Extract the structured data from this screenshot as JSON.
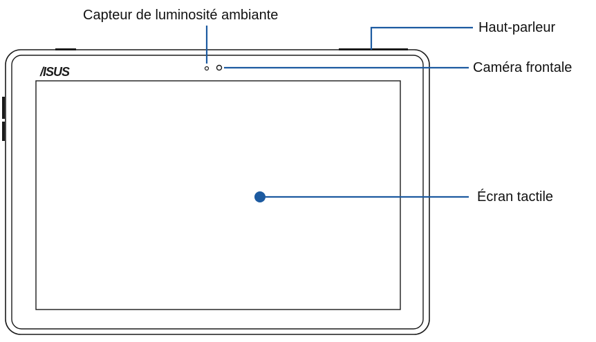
{
  "device": {
    "brand_logo": "/ISUS"
  },
  "callouts": [
    {
      "id": "light-sensor",
      "label": "Capteur de luminosité ambiante"
    },
    {
      "id": "speaker",
      "label": "Haut-parleur"
    },
    {
      "id": "front-camera",
      "label": "Caméra frontale"
    },
    {
      "id": "touchscreen",
      "label": "Écran tactile"
    }
  ],
  "colors": {
    "leader_line": "#1c5aa0",
    "outline": "#1a1a1a",
    "text": "#111111"
  }
}
